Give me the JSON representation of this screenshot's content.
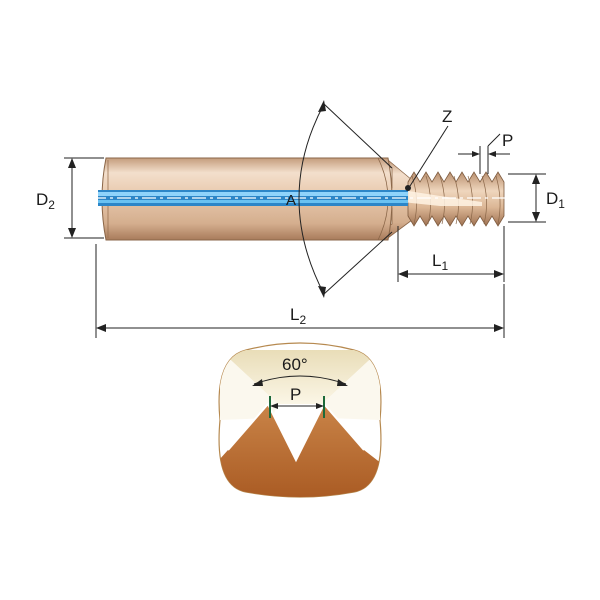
{
  "labels": {
    "d2": "D",
    "d2_sub": "2",
    "d1": "D",
    "d1_sub": "1",
    "l1": "L",
    "l1_sub": "1",
    "l2": "L",
    "l2_sub": "2",
    "p_top": "P",
    "z": "Z",
    "a": "A",
    "p_inset": "P",
    "angle_inset": "60°"
  },
  "colors": {
    "shank_light": "#efd9c4",
    "shank_mid": "#d9b493",
    "shank_dark": "#b68a68",
    "coolant_blue": "#4fb4ea",
    "coolant_dark": "#1e6fb0",
    "thread_base": "#d2a37f",
    "inset_bg": "#f4ebd2",
    "inset_copper": "#b86a2e",
    "inset_green": "#1c6a3a"
  }
}
